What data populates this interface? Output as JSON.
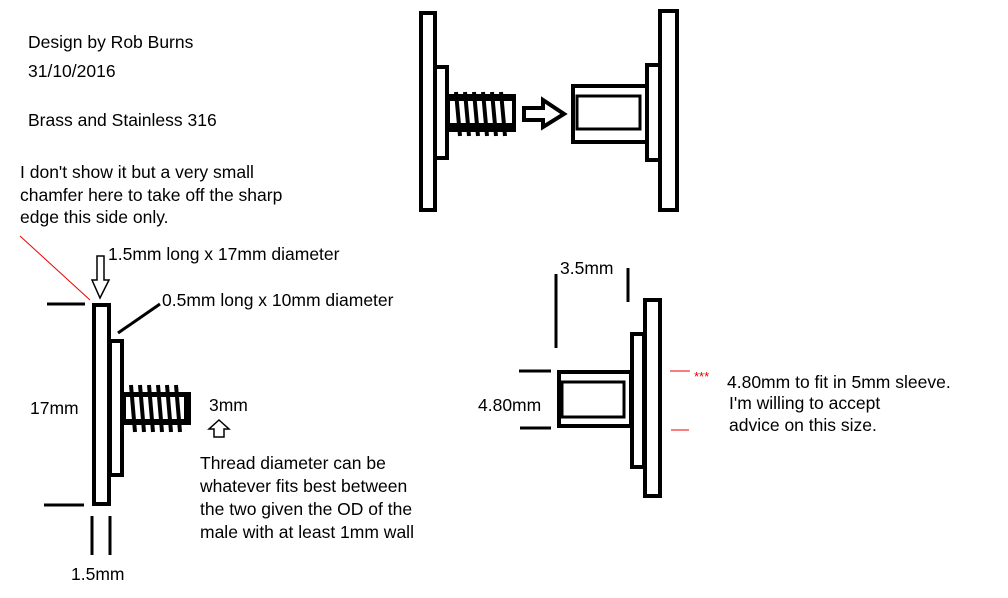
{
  "header": {
    "designer": "Design by Rob Burns",
    "date": "31/10/2016",
    "material": "Brass and Stainless 316"
  },
  "chamfer_note": [
    "I don't show it but a very small",
    "chamfer here to take off the sharp",
    "edge this side only."
  ],
  "male_part": {
    "flange_label": "1.5mm long x 17mm diameter",
    "hub_label": "0.5mm long x 10mm diameter",
    "diameter_dim": "17mm",
    "thickness_dim": "1.5mm",
    "thread_length_dim": "3mm",
    "thread_note": [
      "Thread diameter can be",
      "whatever fits best between",
      "the two given the OD of the",
      "male with at least 1mm wall"
    ]
  },
  "female_part": {
    "length_dim": "3.5mm",
    "diameter_dim": "4.80mm",
    "asterisks": "***",
    "note": [
      "4.80mm to fit in 5mm sleeve.",
      "I'm willing to accept",
      "advice on this size."
    ]
  },
  "colors": {
    "annotation": "#e00000",
    "ink": "#000000"
  }
}
